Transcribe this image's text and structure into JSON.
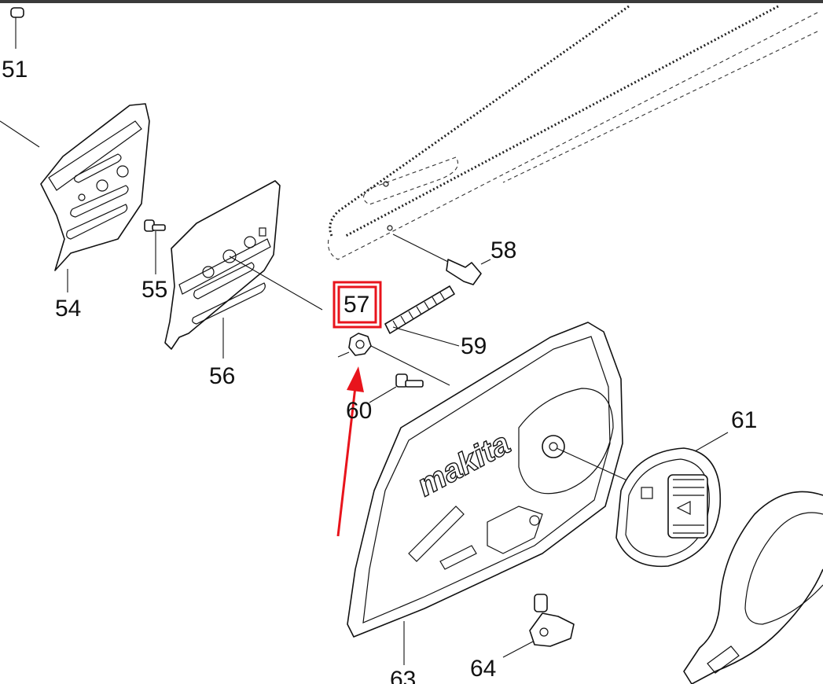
{
  "brand": "makita",
  "highlight": {
    "part": "57",
    "color": "#e8141c"
  },
  "callouts": [
    {
      "id": "51",
      "label": "51"
    },
    {
      "id": "54",
      "label": "54"
    },
    {
      "id": "55",
      "label": "55"
    },
    {
      "id": "56",
      "label": "56"
    },
    {
      "id": "57",
      "label": "57"
    },
    {
      "id": "58",
      "label": "58"
    },
    {
      "id": "59",
      "label": "59"
    },
    {
      "id": "60",
      "label": "60"
    },
    {
      "id": "61",
      "label": "61"
    },
    {
      "id": "63",
      "label": "63"
    },
    {
      "id": "64",
      "label": "64"
    }
  ]
}
